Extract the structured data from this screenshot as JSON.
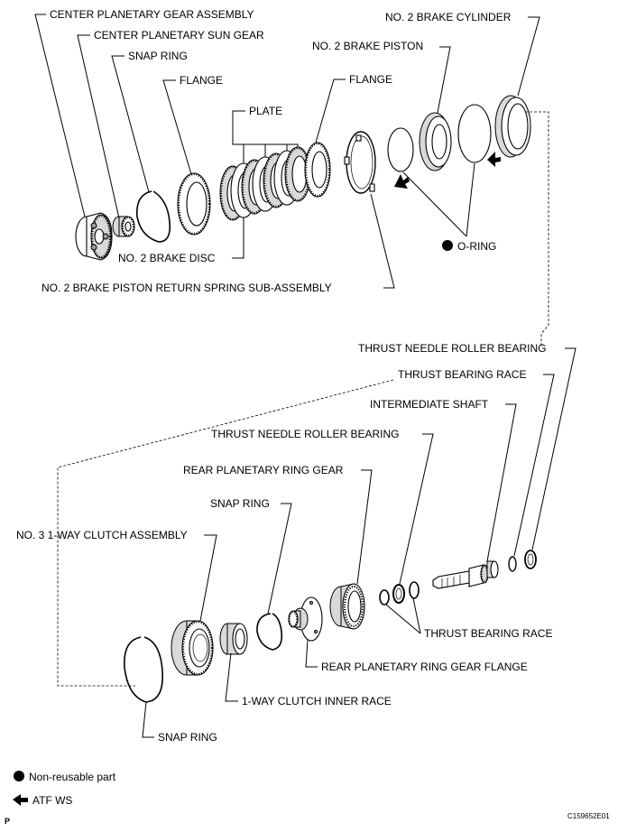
{
  "labels": {
    "center_planetary_gear_assembly": "CENTER PLANETARY GEAR ASSEMBLY",
    "center_planetary_sun_gear": "CENTER PLANETARY SUN GEAR",
    "snap_ring_top": "SNAP RING",
    "flange_left": "FLANGE",
    "plate": "PLATE",
    "flange_right": "FLANGE",
    "no2_brake_piston": "NO. 2 BRAKE PISTON",
    "no2_brake_cylinder": "NO. 2 BRAKE CYLINDER",
    "no2_brake_disc": "NO. 2 BRAKE DISC",
    "o_ring": "O-RING",
    "return_spring": "NO. 2 BRAKE PISTON RETURN SPRING SUB-ASSEMBLY",
    "thrust_needle_roller_bearing_1": "THRUST NEEDLE ROLLER BEARING",
    "thrust_bearing_race_1": "THRUST BEARING RACE",
    "intermediate_shaft": "INTERMEDIATE SHAFT",
    "thrust_needle_roller_bearing_2": "THRUST NEEDLE ROLLER BEARING",
    "rear_planetary_ring_gear": "REAR PLANETARY RING GEAR",
    "snap_ring_mid": "SNAP RING",
    "no3_one_way_clutch": "NO. 3 1-WAY CLUTCH ASSEMBLY",
    "thrust_bearing_race_2": "THRUST BEARING RACE",
    "rear_planetary_ring_gear_flange": "REAR PLANETARY RING GEAR FLANGE",
    "one_way_clutch_inner_race": "1-WAY CLUTCH INNER RACE",
    "snap_ring_bottom": "SNAP RING"
  },
  "legend": {
    "non_reusable": "Non-reusable part",
    "atf": "ATF WS"
  },
  "footer": {
    "letter": "P",
    "code": "C159652E01"
  }
}
